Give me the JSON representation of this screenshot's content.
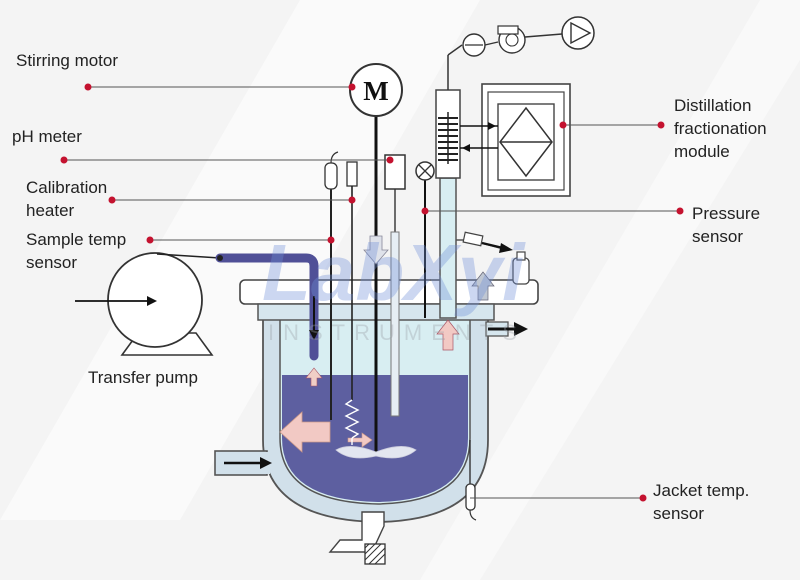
{
  "labels": {
    "stirring_motor": "Stirring motor",
    "ph_meter": "pH meter",
    "calibration_heater_1": "Calibration",
    "calibration_heater_2": "heater",
    "sample_temp_sensor_1": "Sample temp",
    "sample_temp_sensor_2": "sensor",
    "transfer_pump": "Transfer pump",
    "distillation_1": "Distillation",
    "distillation_2": "fractionation",
    "distillation_3": "module",
    "pressure_sensor_1": "Pressure",
    "pressure_sensor_2": "sensor",
    "jacket_temp_sensor_1": "Jacket temp.",
    "jacket_temp_sensor_2": "sensor",
    "motor_symbol": "M"
  },
  "watermark": {
    "brand": "LabXyi",
    "sub": "INSTRUMENTS"
  },
  "colors": {
    "background": "#f4f4f4",
    "liquid": "#5d5fa0",
    "headspace": "#d6ecf0",
    "vessel_wall": "#c9dbe6",
    "inlet_pipe": "#505097",
    "leader_dot": "#c4122f",
    "heat_arrow": "#f2c9c4",
    "line": "#222222"
  }
}
